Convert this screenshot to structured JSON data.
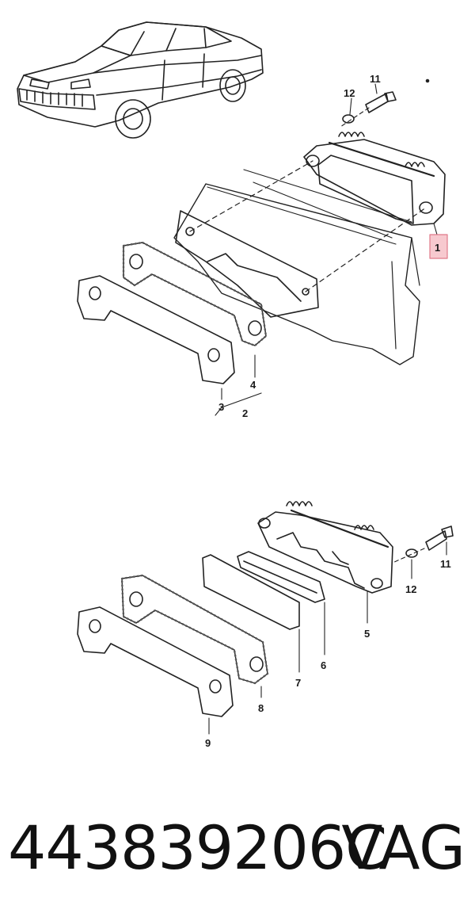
{
  "callouts_top": {
    "c1": "1",
    "c2": "2",
    "c3": "3",
    "c4": "4",
    "c11": "11",
    "c12": "12"
  },
  "callouts_bottom": {
    "c5": "5",
    "c6": "6",
    "c7": "7",
    "c8": "8",
    "c9": "9",
    "c11": "11",
    "c12": "12"
  },
  "highlight_color": "#f7c9cf",
  "footer": {
    "part_number": "443839206C",
    "brand": "VAG"
  }
}
